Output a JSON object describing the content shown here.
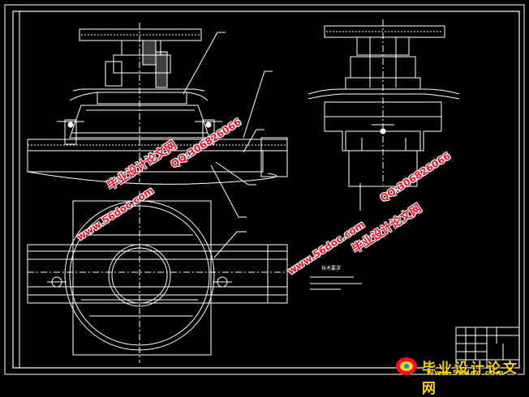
{
  "watermarks": {
    "site_name_cn": "毕业设计论文网",
    "site_url": "www.56doc.com",
    "qq": "QQ:306826066"
  },
  "logo": {
    "text": "毕业设计论文网",
    "url": "www.56doc.com"
  },
  "notes": {
    "title": "技术要求"
  },
  "colors": {
    "background": "#000000",
    "lines": "#ffffff",
    "watermark": "#e8142a",
    "logo": "#f7d21a"
  }
}
